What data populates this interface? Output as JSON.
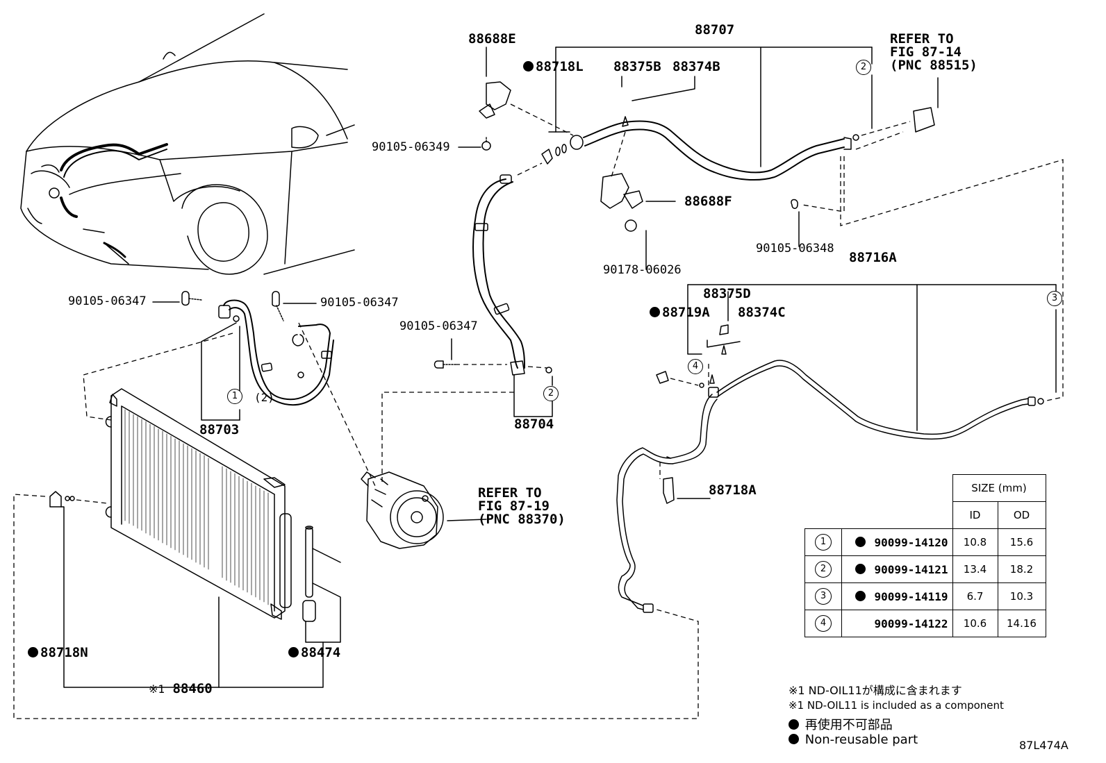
{
  "labels": {
    "p88688E": "88688E",
    "p88707": "88707",
    "p88718L": "88718L",
    "p88375B": "88375B",
    "p88374B": "88374B",
    "refer1": [
      "REFER TO",
      "FIG 87-14",
      "(PNC 88515)"
    ],
    "b90105_06349": "90105-06349",
    "p88688F": "88688F",
    "b90105_06348": "90105-06348",
    "b90178_06026": "90178-06026",
    "p88716A": "88716A",
    "p88375D": "88375D",
    "p88719A": "88719A",
    "p88374C": "88374C",
    "b90105_06347_a": "90105-06347",
    "b90105_06347_b": "90105-06347",
    "b90105_06347_c": "90105-06347",
    "p88703": "88703",
    "p88704": "88704",
    "refer2": [
      "REFER TO",
      "FIG 87-19",
      "(PNC 88370)"
    ],
    "p88718A": "88718A",
    "p88718N": "88718N",
    "p88474": "88474",
    "p88460": "88460",
    "ref_mark_88460": "※1",
    "paren2": "(2)"
  },
  "callouts": {
    "c1": "1",
    "c2a": "2",
    "c2b": "2",
    "c3": "3",
    "c4": "4"
  },
  "size_table": {
    "header": "SIZE (mm)",
    "col_id": "ID",
    "col_od": "OD",
    "rows": [
      {
        "num": "1",
        "part": "90099-14120",
        "non_reusable": true,
        "id": "10.8",
        "od": "15.6"
      },
      {
        "num": "2",
        "part": "90099-14121",
        "non_reusable": true,
        "id": "13.4",
        "od": "18.2"
      },
      {
        "num": "3",
        "part": "90099-14119",
        "non_reusable": true,
        "id": "6.7",
        "od": "10.3"
      },
      {
        "num": "4",
        "part": "90099-14122",
        "non_reusable": false,
        "id": "10.6",
        "od": "14.16"
      }
    ]
  },
  "notes": {
    "jp_oil": "※1 ND-OIL11が構成に含まれます",
    "en_oil": "※1 ND-OIL11 is included as a component",
    "jp_nonreuse": "再使用不可部品",
    "en_nonreuse": "Non-reusable part"
  },
  "figure_id": "87L474A"
}
